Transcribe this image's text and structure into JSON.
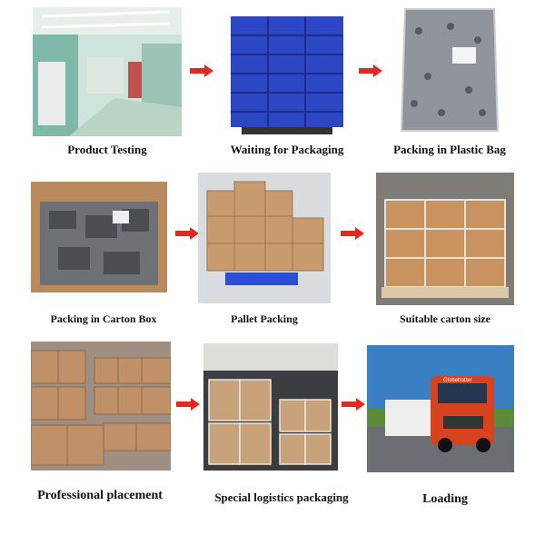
{
  "steps": [
    {
      "label": "Product Testing"
    },
    {
      "label": "Waiting for Packaging"
    },
    {
      "label": "Packing in Plastic Bag"
    },
    {
      "label": "Packing in Carton Box"
    },
    {
      "label": "Pallet Packing"
    },
    {
      "label": "Suitable carton size"
    },
    {
      "label": "Professional placement"
    },
    {
      "label": "Special logistics packaging"
    },
    {
      "label": "Loading"
    }
  ],
  "truck_brand": "Globetrotter",
  "colors": {
    "arrow": "#e02a20",
    "carton": "#b98a5c",
    "crate": "#2c46c4"
  }
}
